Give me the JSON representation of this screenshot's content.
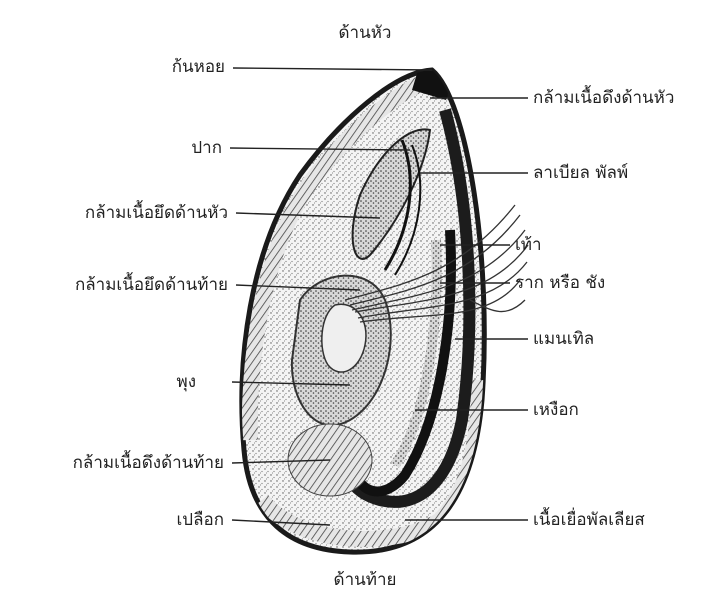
{
  "diagram": {
    "top_label": "ด้านหัว",
    "bottom_label": "ด้านท้าย",
    "left_labels": [
      "ก้นหอย",
      "ปาก",
      "กล้ามเนื้อยึดด้านหัว",
      "กล้ามเนื้อยึดด้านท้าย",
      "พุง",
      "กล้ามเนื้อดึงด้านท้าย",
      "เปลือก"
    ],
    "right_labels": [
      "กล้ามเนื้อดึงด้านหัว",
      "ลาเบียล พัลพ์",
      "เท้า",
      "ราก หรือ ชัง",
      "แมนเทิล",
      "เหงือก",
      "เนื้อเยื่อพัลเลียส"
    ]
  },
  "colors": {
    "ink": "#222222",
    "background": "#ffffff"
  }
}
